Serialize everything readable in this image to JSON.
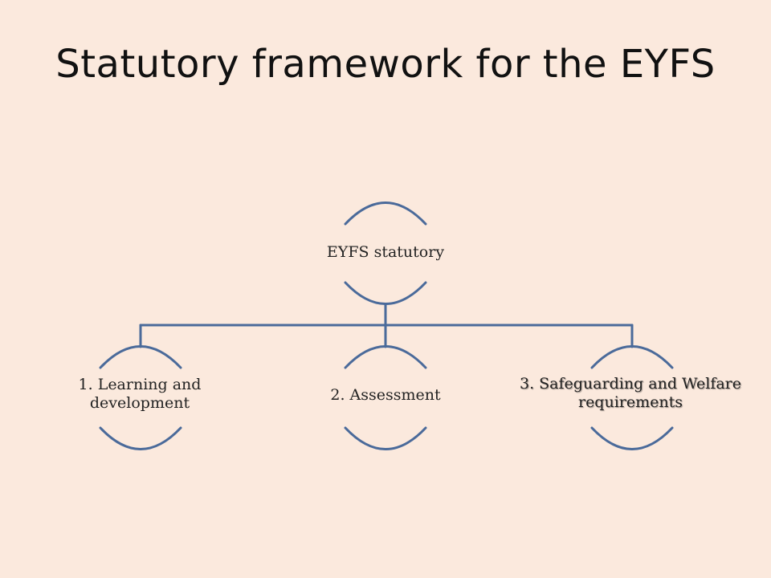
{
  "slide": {
    "title": "Statutory framework for the EYFS"
  },
  "diagram": {
    "root": {
      "label": "EYFS statutory"
    },
    "children": [
      {
        "label": "1. Learning and development"
      },
      {
        "label": "2. Assessment"
      },
      {
        "label": "3. Safeguarding and Welfare requirements"
      }
    ]
  },
  "colors": {
    "background": "#fbe9dd",
    "connector": "#4a6a9a",
    "text": "#222222"
  }
}
